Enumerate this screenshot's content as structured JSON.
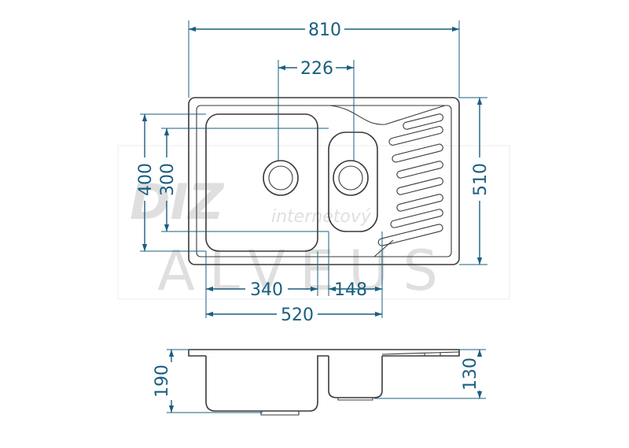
{
  "drawing": {
    "dims": {
      "overall_width": "810",
      "drain_distance": "226",
      "overall_depth": "510",
      "bowl_outer_height": "400",
      "bowl_inner_height": "300",
      "main_bowl_width": "340",
      "small_bowl_width": "148",
      "bowls_total_width": "520",
      "main_bowl_depth": "190",
      "small_bowl_depth": "130"
    },
    "watermark": {
      "line1": "DIZ",
      "line2": "internetový",
      "line3": "ALVEUS"
    }
  },
  "colors": {
    "dimension": "#1a5f80",
    "outline": "#3a3a3a",
    "watermark": "#dcdcdc"
  }
}
